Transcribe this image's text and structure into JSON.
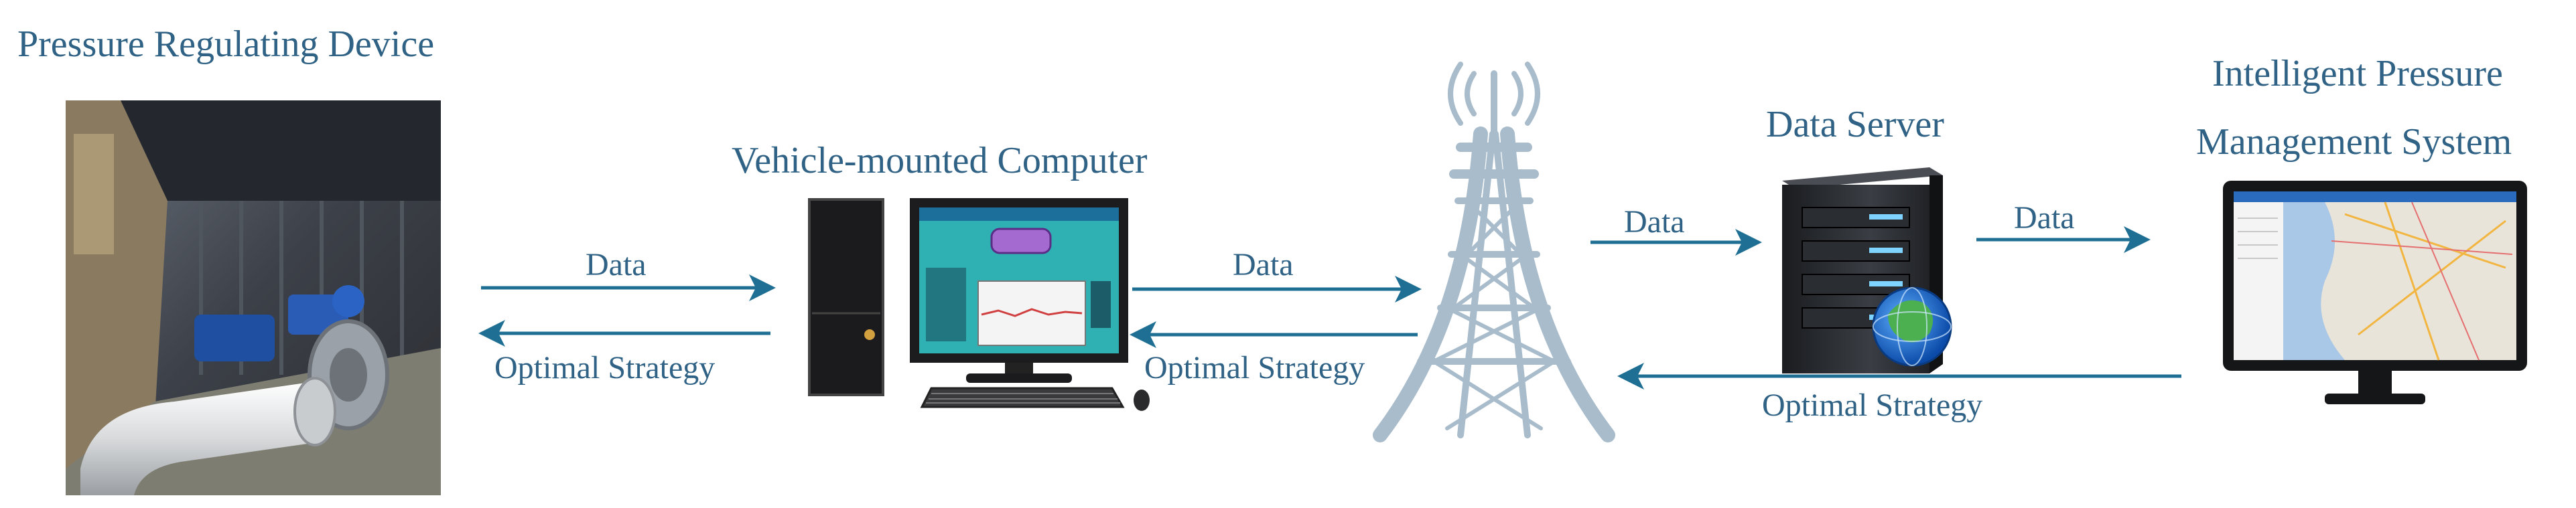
{
  "nodes": {
    "pressure_device": "Pressure Regulating Device",
    "vehicle_computer": "Vehicle-mounted Computer",
    "data_server": "Data Server",
    "ipms_line1": "Intelligent Pressure",
    "ipms_line2": "Management System"
  },
  "flows": {
    "device_to_computer": "Data",
    "computer_to_device": "Optimal Strategy",
    "computer_to_tower": "Data",
    "tower_to_computer": "Optimal Strategy",
    "tower_to_server": "Data",
    "server_to_ipms": "Data",
    "ipms_to_tower": "Optimal Strategy"
  },
  "colors": {
    "text": "#2f6285",
    "arrow": "#1f6f95"
  },
  "icons": [
    "equipment-photo",
    "desktop-computer-icon",
    "radio-tower-icon",
    "server-icon",
    "monitor-map-icon"
  ]
}
